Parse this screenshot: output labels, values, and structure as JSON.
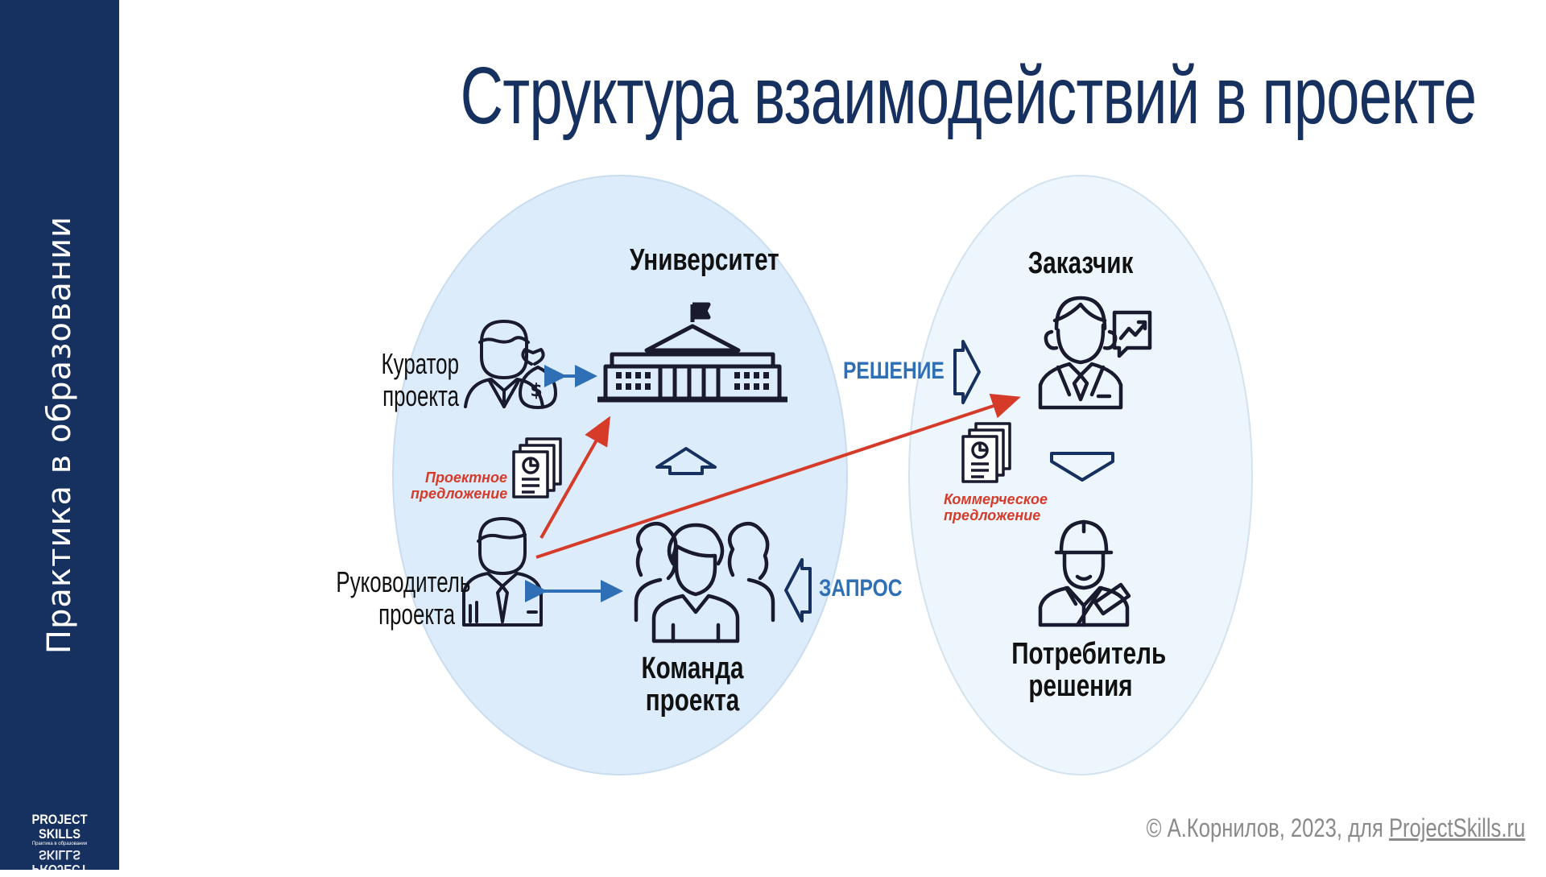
{
  "title": "Структура взаимодействий в проекте",
  "sidebar": {
    "vertical_text": "Практика в образовании",
    "logo_title": "PROJECT SKILLS",
    "logo_subtitle": "Практика в образовании"
  },
  "nodes": {
    "university": "Университет",
    "curator_line1": "Куратор",
    "curator_line2": "проекта",
    "manager_line1": "Руководитель",
    "manager_line2": "проекта",
    "team_line1": "Команда",
    "team_line2": "проекта",
    "customer": "Заказчик",
    "consumer_line1": "Потребитель",
    "consumer_line2": "решения"
  },
  "documents": {
    "project_proposal_line1": "Проектное",
    "project_proposal_line2": "предложение",
    "commercial_proposal_line1": "Коммерческое",
    "commercial_proposal_line2": "предложение"
  },
  "flows": {
    "solution": "РЕШЕНИЕ",
    "request": "ЗАПРОС"
  },
  "footer": {
    "copyright": "© А.Корнилов, 2023, для ",
    "link": "ProjectSkills.ru"
  },
  "colors": {
    "brand_navy": "#16305f",
    "left_ellipse": "#dcecfb",
    "right_ellipse": "#eef6fd",
    "arrow_red": "#d63b2a",
    "arrow_blue": "#2e6fb5",
    "icon_dark": "#1a1a2e"
  }
}
